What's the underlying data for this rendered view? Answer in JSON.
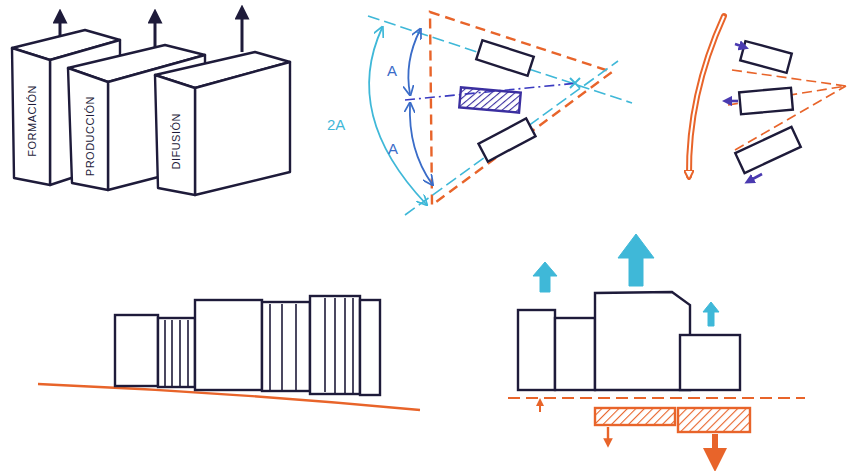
{
  "diagram": {
    "nodes": [
      {
        "text": [
          "FORMACIÓN"
        ]
      },
      {
        "text": [
          "PRODUCCIÓN"
        ]
      },
      {
        "text": [
          "DIFUSIÓN"
        ]
      }
    ],
    "labels": [
      "A",
      "A",
      "2A"
    ]
  }
}
